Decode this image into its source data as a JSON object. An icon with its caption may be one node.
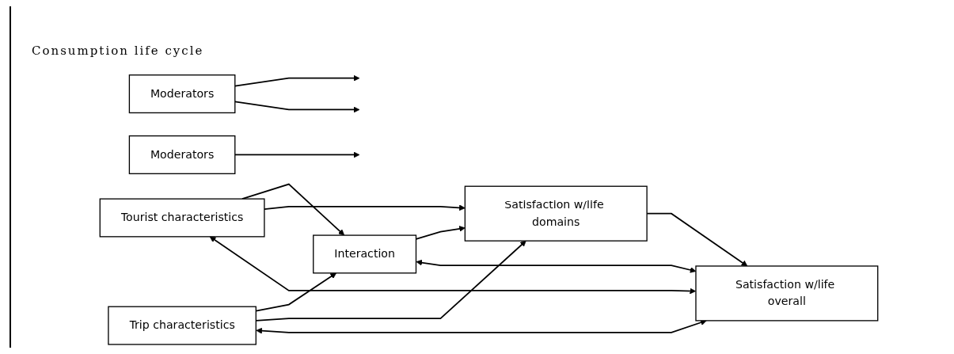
{
  "diagram": {
    "title": "Consumption life cycle",
    "nodes": [
      {
        "text": [
          "Tourist characteristics"
        ]
      },
      {
        "text": [
          "Trip characteristics"
        ]
      },
      {
        "text": [
          "Interaction"
        ]
      },
      {
        "text": [
          "Moderators"
        ]
      },
      {
        "text": [
          "Satisfaction w/life domains"
        ]
      },
      {
        "text": [
          "Moderators"
        ]
      },
      {
        "text": [
          "Satisfaction w/life overall"
        ]
      }
    ],
    "edges": [
      {
        "from": 0,
        "to": 2,
        "arrow": "to"
      },
      {
        "from": 0,
        "to": 4,
        "arrow": "to"
      },
      {
        "from": 1,
        "to": 2,
        "arrow": "to"
      },
      {
        "from": 1,
        "to": 4,
        "arrow": "to"
      },
      {
        "from": 2,
        "to": 4,
        "arrow": "to"
      },
      {
        "from": 3,
        "to": null,
        "arrow": "to"
      },
      {
        "from": 3,
        "to": null,
        "arrow": "to"
      },
      {
        "from": 4,
        "to": 6,
        "arrow": "to"
      },
      {
        "from": 5,
        "to": null,
        "arrow": "to"
      },
      {
        "from": 6,
        "to": 0,
        "arrow": "both"
      },
      {
        "from": 2,
        "to": 6,
        "arrow": "both"
      },
      {
        "from": 1,
        "to": 6,
        "arrow": "both"
      }
    ]
  }
}
